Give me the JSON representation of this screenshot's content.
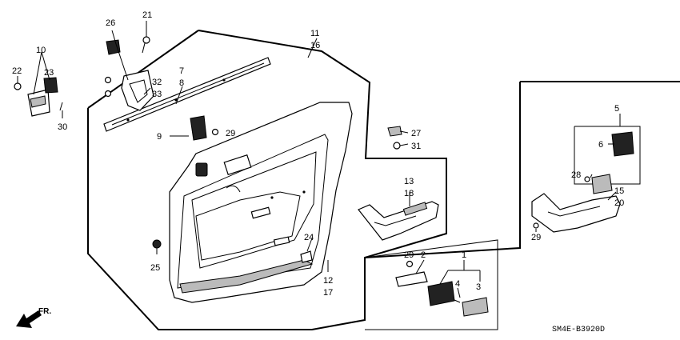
{
  "diagram_code": "SM4E-B3920D",
  "direction_label": "FR.",
  "callouts": {
    "c1": "1",
    "c2": "2",
    "c3": "3",
    "c4": "4",
    "c5": "5",
    "c6": "6",
    "c7": "7",
    "c8": "8",
    "c9": "9",
    "c10": "10",
    "c11": "11",
    "c12": "12",
    "c13": "13",
    "c15": "15",
    "c16": "16",
    "c17": "17",
    "c18": "18",
    "c20": "20",
    "c21": "21",
    "c22": "22",
    "c23": "23",
    "c24": "24",
    "c25": "25",
    "c26": "26",
    "c27": "27",
    "c28": "28",
    "c29a": "29",
    "c29b": "29",
    "c29c": "29",
    "c30": "30",
    "c31": "31",
    "c32": "32",
    "c33": "33"
  }
}
